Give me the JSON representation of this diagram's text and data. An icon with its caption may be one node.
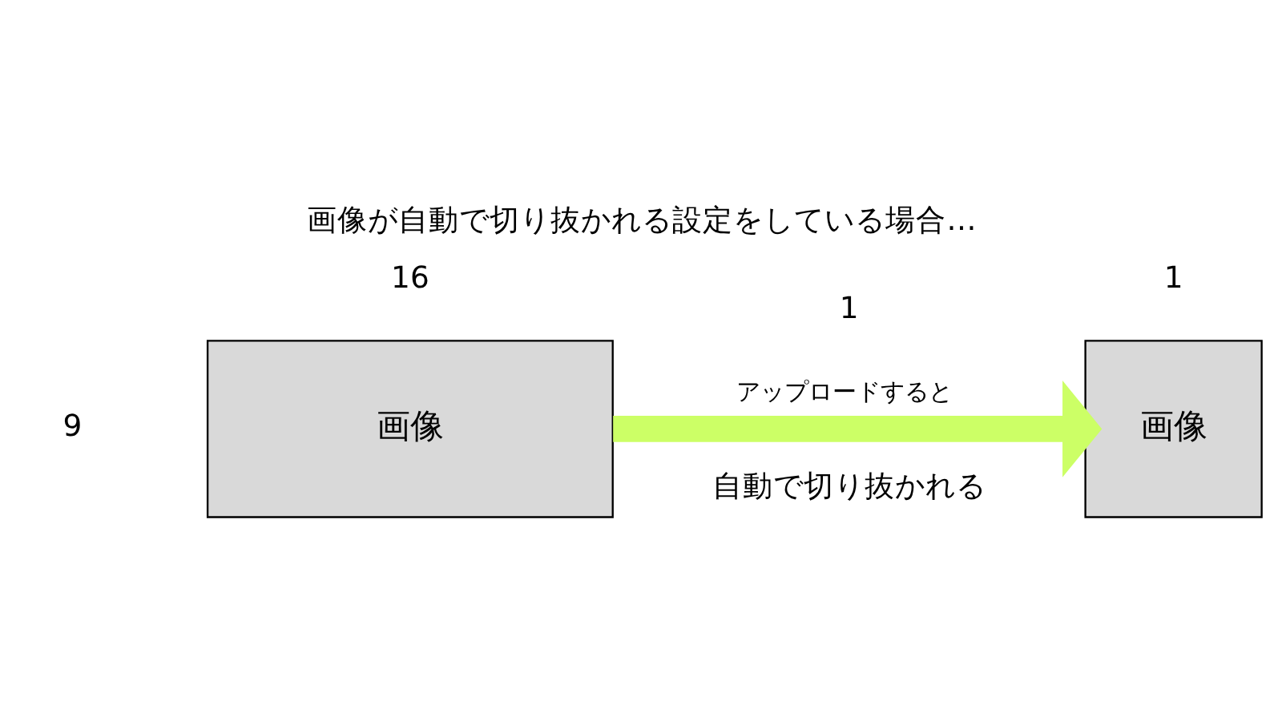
{
  "diagram": {
    "title": "画像が自動で切り抜かれる設定をしている場合…",
    "nodes": [
      {
        "text": [
          "画像"
        ]
      },
      {
        "text": [
          "画像"
        ]
      }
    ],
    "edges": [
      {
        "from": 0,
        "to": 1,
        "arrow": "to",
        "label": "アップロードすると"
      }
    ],
    "labels": [
      "16",
      "9",
      "自動で切り抜かれる",
      "1",
      "1"
    ]
  }
}
